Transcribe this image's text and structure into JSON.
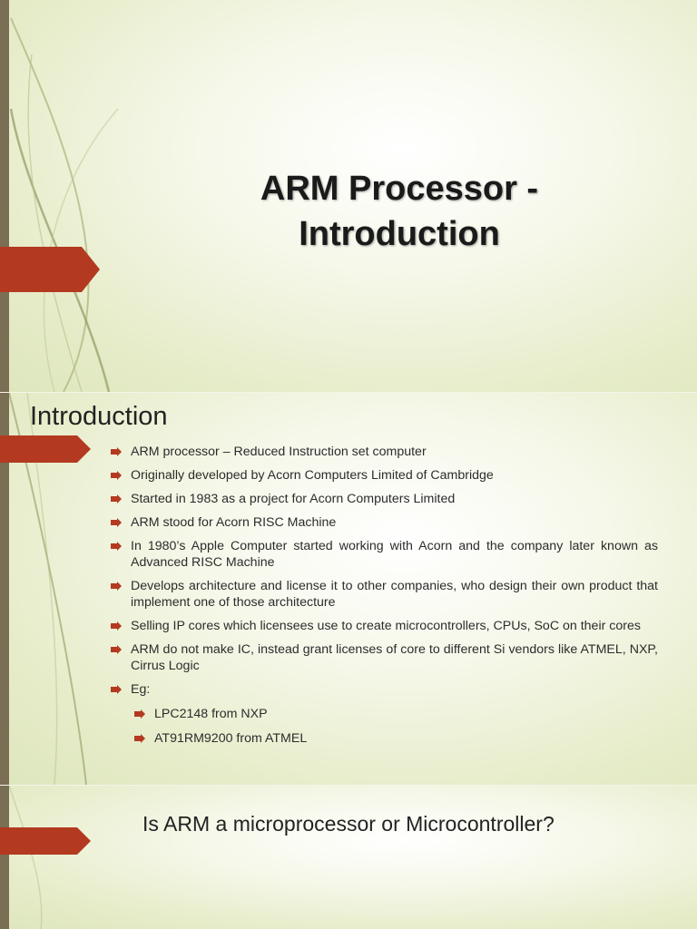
{
  "slide1": {
    "title": "ARM Processor - Introduction"
  },
  "slide2": {
    "heading": "Introduction",
    "bullets": [
      "ARM processor – Reduced Instruction set computer",
      "Originally developed by Acorn Computers Limited of Cambridge",
      "Started in 1983 as a project for Acorn Computers Limited",
      "ARM stood for Acorn RISC Machine",
      "In 1980’s Apple Computer started working with Acorn and the company later known as Advanced RISC Machine",
      "Develops architecture and license it to other companies, who design their own product that implement one of those architecture",
      "Selling IP cores which licensees use to create microcontrollers, CPUs, SoC on their cores",
      "ARM do not make IC, instead grant licenses of core to different Si vendors like ATMEL, NXP, Cirrus Logic",
      "Eg:"
    ],
    "sub_bullets": [
      "LPC2148 from NXP",
      "AT91RM9200 from ATMEL"
    ]
  },
  "slide3": {
    "question": "Is ARM a microprocessor or Microcontroller?"
  },
  "colors": {
    "accent": "#b33a20",
    "bar": "#7a6e55",
    "text": "#2c2c2c"
  },
  "icons": {
    "bullet": "arrow-bullet-icon",
    "tab": "arrow-tab-icon"
  }
}
